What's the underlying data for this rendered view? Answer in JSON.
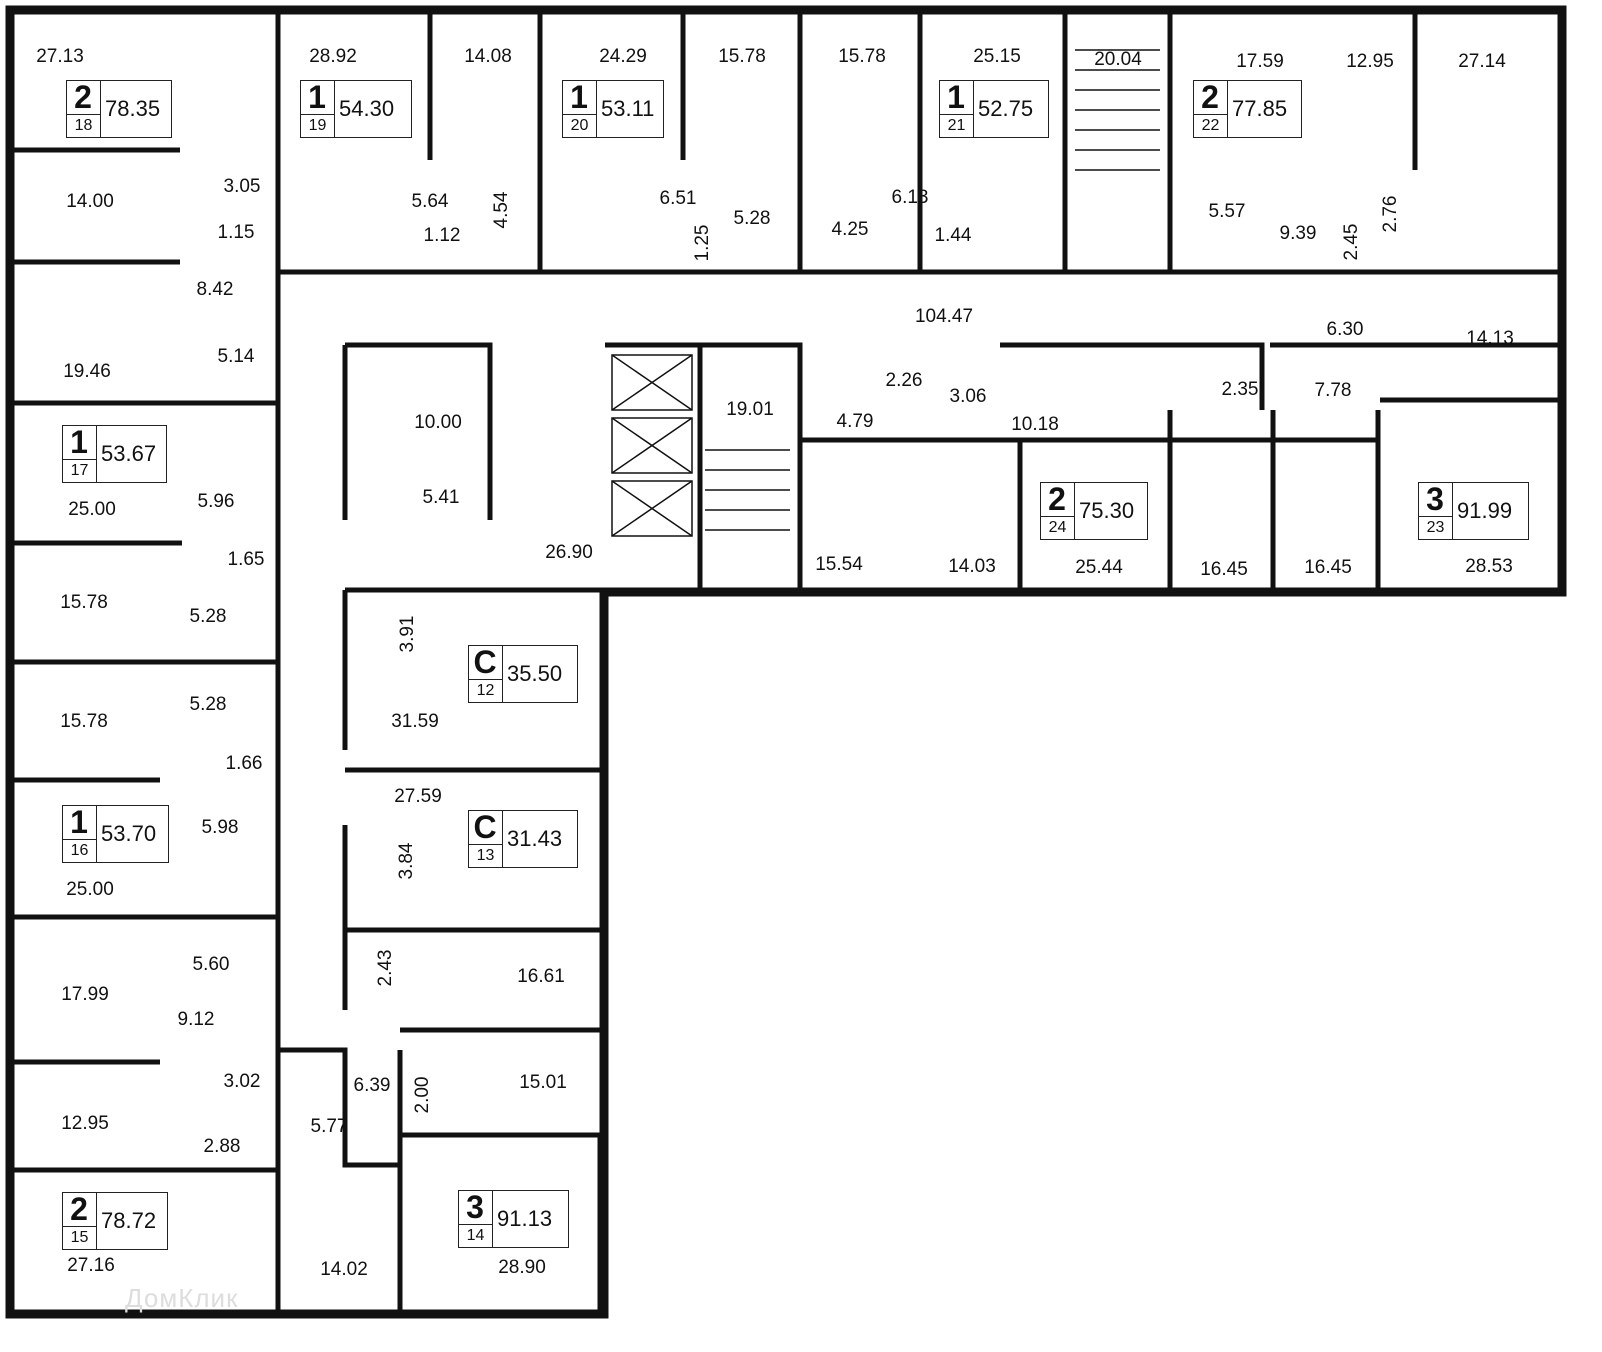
{
  "watermark": "ДомКлик",
  "rooms": [
    "27.13",
    "14.00",
    "3.05",
    "1.15",
    "8.42",
    "19.46",
    "5.14",
    "25.00",
    "5.96",
    "1.65",
    "15.78",
    "5.28",
    "15.78",
    "5.28",
    "1.66",
    "5.98",
    "25.00",
    "17.99",
    "5.60",
    "9.12",
    "3.02",
    "12.95",
    "2.88",
    "27.16",
    "28.92",
    "14.08",
    "24.29",
    "15.78",
    "15.78",
    "25.15",
    "20.04",
    "17.59",
    "12.95",
    "27.14",
    "5.64",
    "1.12",
    "4.54",
    "6.51",
    "5.28",
    "1.25",
    "4.25",
    "6.13",
    "1.44",
    "5.57",
    "9.39",
    "2.45",
    "2.76",
    "104.47",
    "6.30",
    "14.13",
    "7.78",
    "2.35",
    "10.00",
    "5.41",
    "19.01",
    "26.90",
    "4.79",
    "2.26",
    "3.06",
    "10.18",
    "15.54",
    "14.03",
    "25.44",
    "16.45",
    "16.45",
    "28.53",
    "3.91",
    "31.59",
    "27.59",
    "3.84",
    "16.61",
    "2.43",
    "15.01",
    "6.39",
    "2.00",
    "5.77",
    "14.02",
    "28.90"
  ],
  "apartments": [
    {
      "rooms": "2",
      "number": "18",
      "area": "78.35"
    },
    {
      "rooms": "1",
      "number": "19",
      "area": "54.30"
    },
    {
      "rooms": "1",
      "number": "20",
      "area": "53.11"
    },
    {
      "rooms": "1",
      "number": "21",
      "area": "52.75"
    },
    {
      "rooms": "2",
      "number": "22",
      "area": "77.85"
    },
    {
      "rooms": "1",
      "number": "17",
      "area": "53.67"
    },
    {
      "rooms": "2",
      "number": "24",
      "area": "75.30"
    },
    {
      "rooms": "3",
      "number": "23",
      "area": "91.99"
    },
    {
      "rooms": "C",
      "number": "12",
      "area": "35.50"
    },
    {
      "rooms": "C",
      "number": "13",
      "area": "31.43"
    },
    {
      "rooms": "1",
      "number": "16",
      "area": "53.70"
    },
    {
      "rooms": "2",
      "number": "15",
      "area": "78.72"
    },
    {
      "rooms": "3",
      "number": "14",
      "area": "91.13"
    }
  ]
}
